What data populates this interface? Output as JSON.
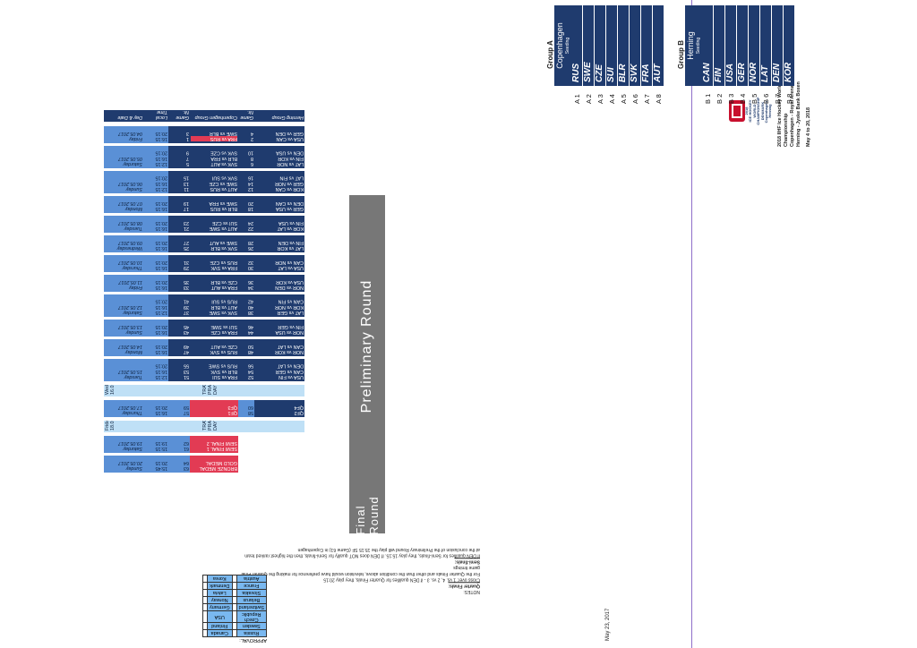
{
  "title": {
    "line1": "2018 IIHF Ice Hockey World",
    "line2": "Championship",
    "line3": "Copenhagen - Royal Arena",
    "line4": "Herning - Jyske Bank Boxen",
    "line5": "May 4 to 20, 2018"
  },
  "logo": {
    "text1": "2018",
    "text2": "ICE HOCKEY",
    "text3": "WORLD CHAMPIONSHIP",
    "text4": "DENMARK",
    "text5": "Copenhagen - Herning",
    "icon": "iihf-logo"
  },
  "group_a": {
    "title": "Group A",
    "city": "Copenhagen",
    "seeding": "Seeding",
    "rows": [
      {
        "seed": "A 1",
        "team": "RUS"
      },
      {
        "seed": "A 2",
        "team": "SWE"
      },
      {
        "seed": "A 3",
        "team": "CZE"
      },
      {
        "seed": "A 4",
        "team": "SUI"
      },
      {
        "seed": "A 5",
        "team": "BLR"
      },
      {
        "seed": "A 6",
        "team": "SVK"
      },
      {
        "seed": "A 7",
        "team": "FRA"
      },
      {
        "seed": "A 8",
        "team": "AUT"
      }
    ]
  },
  "group_b": {
    "title": "Group B",
    "city": "Herning",
    "seeding": "Seeding",
    "rows": [
      {
        "seed": "B 1",
        "team": "CAN"
      },
      {
        "seed": "B 2",
        "team": "FIN"
      },
      {
        "seed": "B 3",
        "team": "USA"
      },
      {
        "seed": "B 4",
        "team": "GER"
      },
      {
        "seed": "B 5",
        "team": "NOR"
      },
      {
        "seed": "B 6",
        "team": "LAT"
      },
      {
        "seed": "B 7",
        "team": "DEN"
      },
      {
        "seed": "B 8",
        "team": "KOR"
      }
    ]
  },
  "schedule_header": {
    "day": "Day & Date",
    "time": "Local Time",
    "game": "Game Nr.",
    "cph_group": "Copenhagen Group",
    "game2": "Game Nr.",
    "her_group": "Herning Group"
  },
  "preliminary": [
    {
      "day": "Friday",
      "date": "04.05.2017",
      "times": [
        "16:15",
        "20:15"
      ],
      "games": [
        "1",
        "3"
      ],
      "cph": [
        "FRA vs RUS",
        "SWE vs BLR"
      ],
      "games2": [
        "2",
        "4"
      ],
      "her": [
        "USA vs CAN",
        "GER vs DEN"
      ]
    },
    {
      "day": "Saturday",
      "date": "05.05.2017",
      "times": [
        "12:15",
        "16:15",
        "20:15"
      ],
      "games": [
        "5",
        "7",
        "9"
      ],
      "cph": [
        "SVK vs AUT",
        "BLR vs FRA",
        "SVK vs CZE"
      ],
      "games2": [
        "6",
        "8",
        "10"
      ],
      "her": [
        "LAT vs NOR",
        "FIN vs KOR",
        "DEN vs USA"
      ]
    },
    {
      "day": "Sunday",
      "date": "06.05.2017",
      "times": [
        "12:15",
        "16:15",
        "20:15"
      ],
      "games": [
        "11",
        "13",
        "15"
      ],
      "cph": [
        "AUT vs RUS",
        "SWE vs CZE",
        "SVK vs SUI"
      ],
      "games2": [
        "12",
        "14",
        "16"
      ],
      "her": [
        "KOR vs CAN",
        "GER vs NOR",
        "LAT vs FIN"
      ]
    },
    {
      "day": "Monday",
      "date": "07.05.2017",
      "times": [
        "16:15",
        "20:15"
      ],
      "games": [
        "17",
        "19"
      ],
      "cph": [
        "BLR vs RUS",
        "SWE vs FRA"
      ],
      "games2": [
        "18",
        "20"
      ],
      "her": [
        "GER vs USA",
        "DEN vs CAN"
      ]
    },
    {
      "day": "Tuesday",
      "date": "08.05.2017",
      "times": [
        "16:15",
        "20:15"
      ],
      "games": [
        "21",
        "23"
      ],
      "cph": [
        "AUT vs SWE",
        "SUI vs CZE"
      ],
      "games2": [
        "22",
        "24"
      ],
      "her": [
        "KOR vs LAT",
        "FIN vs USA"
      ]
    },
    {
      "day": "Wednesday",
      "date": "09.05.2017",
      "times": [
        "16:15",
        "20:15"
      ],
      "games": [
        "25",
        "27"
      ],
      "cph": [
        "SVK vs BLR",
        "SWE vs AUT"
      ],
      "games2": [
        "26",
        "28"
      ],
      "her": [
        "LAT vs KOR",
        "FIN vs DEN"
      ]
    },
    {
      "day": "Thursday",
      "date": "10.05.2017",
      "times": [
        "16:15",
        "20:15"
      ],
      "games": [
        "29",
        "31"
      ],
      "cph": [
        "FRA vs SVK",
        "RUS vs CZE"
      ],
      "games2": [
        "30",
        "32"
      ],
      "her": [
        "USA vs LAT",
        "CAN vs NOR"
      ]
    },
    {
      "day": "Friday",
      "date": "11.05.2017",
      "times": [
        "16:15",
        "20:15"
      ],
      "games": [
        "33",
        "35"
      ],
      "cph": [
        "FRA vs AUT",
        "CZE vs BLR"
      ],
      "games2": [
        "34",
        "36"
      ],
      "her": [
        "NOR vs DEN",
        "USA vs KOR"
      ]
    },
    {
      "day": "Saturday",
      "date": "12.05.2017",
      "times": [
        "12:15",
        "16:15",
        "20:15"
      ],
      "games": [
        "37",
        "39",
        "41"
      ],
      "cph": [
        "SVK vs SWE",
        "AUT vs BLR",
        "RUS vs SUI"
      ],
      "games2": [
        "38",
        "40",
        "42"
      ],
      "her": [
        "LAT vs GER",
        "KOR vs NOR",
        "CAN vs FIN"
      ]
    },
    {
      "day": "Sunday",
      "date": "13.05.2017",
      "times": [
        "16:15",
        "20:15"
      ],
      "games": [
        "43",
        "45"
      ],
      "cph": [
        "FRA vs CZE",
        "SUI vs SWE"
      ],
      "games2": [
        "44",
        "46"
      ],
      "her": [
        "NOR vs USA",
        "FIN vs GER"
      ]
    },
    {
      "day": "Monday",
      "date": "14.05.2017",
      "times": [
        "16:15",
        "20:15"
      ],
      "games": [
        "47",
        "49"
      ],
      "cph": [
        "RUS vs SVK",
        "CZE vs AUT"
      ],
      "games2": [
        "48",
        "50"
      ],
      "her": [
        "NOR vs KOR",
        "CAN vs LAT"
      ]
    },
    {
      "day": "Tuesday",
      "date": "15.05.2017",
      "times": [
        "12:15",
        "16:15",
        "20:15"
      ],
      "games": [
        "51",
        "53",
        "55"
      ],
      "cph": [
        "FRA vs SUI",
        "BLR vs SVK",
        "RUS vs SWE"
      ],
      "games2": [
        "52",
        "54",
        "56"
      ],
      "her": [
        "USA vs FIN",
        "CAN vs GER",
        "DEN vs LAT"
      ]
    }
  ],
  "final": {
    "travel1": {
      "day": "Wednesday",
      "date": "16.05.2017",
      "label": "TRAVEL & PRACTICE DAY"
    },
    "qf": {
      "day": "Thursday",
      "date": "17.05.2017",
      "times": [
        "16:15",
        "20:15"
      ],
      "games": [
        "57",
        "59"
      ],
      "cph": [
        "QF1",
        "QF3"
      ],
      "games2": [
        "58",
        "60"
      ],
      "her": [
        "QF2",
        "QF4"
      ]
    },
    "travel2": {
      "day": "Friday",
      "date": "18.05.2017",
      "label": "TRAVEL & PRACTICE DAY"
    },
    "sf": {
      "day": "Saturday",
      "date": "19.05.2017",
      "times": [
        "15:15",
        "19:15"
      ],
      "games": [
        "61",
        "62"
      ],
      "cph": [
        "SEMI FINAL 1",
        "SEMI FINAL 2"
      ]
    },
    "medal": {
      "day": "Sunday",
      "date": "20.05.2017",
      "times": [
        "15:45",
        "20:15"
      ],
      "games": [
        "63",
        "64"
      ],
      "cph": [
        "BRONZE MEDAL",
        "GOLD MEDAL"
      ]
    }
  },
  "banners": {
    "preliminary": "Preliminary Round",
    "final": "Final Round"
  },
  "notes": {
    "heading": "NOTES:",
    "qf_title": "Quarter Finals:",
    "qf1": "Cross over: 1 vs. 4, 2 vs. 3 - if DEN qualifies for Quarter Finals, they play 20:15",
    "qf2": "For the Quarter Finals and other than the condition above, television would have preference for making the Quarter Final",
    "qf3": "game timings",
    "sf_title": "Semi-finals:",
    "sf1": "If DEN qualifies for Semi-finals, they play 15:15. If DEN does NOT qualify for Semi-finals, then the highest ranked team",
    "sf2": "at the conclusion of the Preliminary Round will play the 15:15 SF (Game 61) in Copenhagen"
  },
  "approval": {
    "heading": "APPROVAL:",
    "left": [
      "Russia",
      "Sweden",
      "Czech Republic",
      "Switzerland",
      "Belarus",
      "Slovakia",
      "France",
      "Austria"
    ],
    "right": [
      "Canada",
      "Finland",
      "USA",
      "Germany",
      "Norway",
      "Latvia",
      "Denmark",
      "Korea"
    ]
  },
  "footer_date": "May 23, 2017",
  "colors": {
    "navy": "#1f3b6e",
    "light_blue": "#5a90d6",
    "pale_blue": "#bfe0f6",
    "red": "#e23b54",
    "gray": "#777777"
  }
}
